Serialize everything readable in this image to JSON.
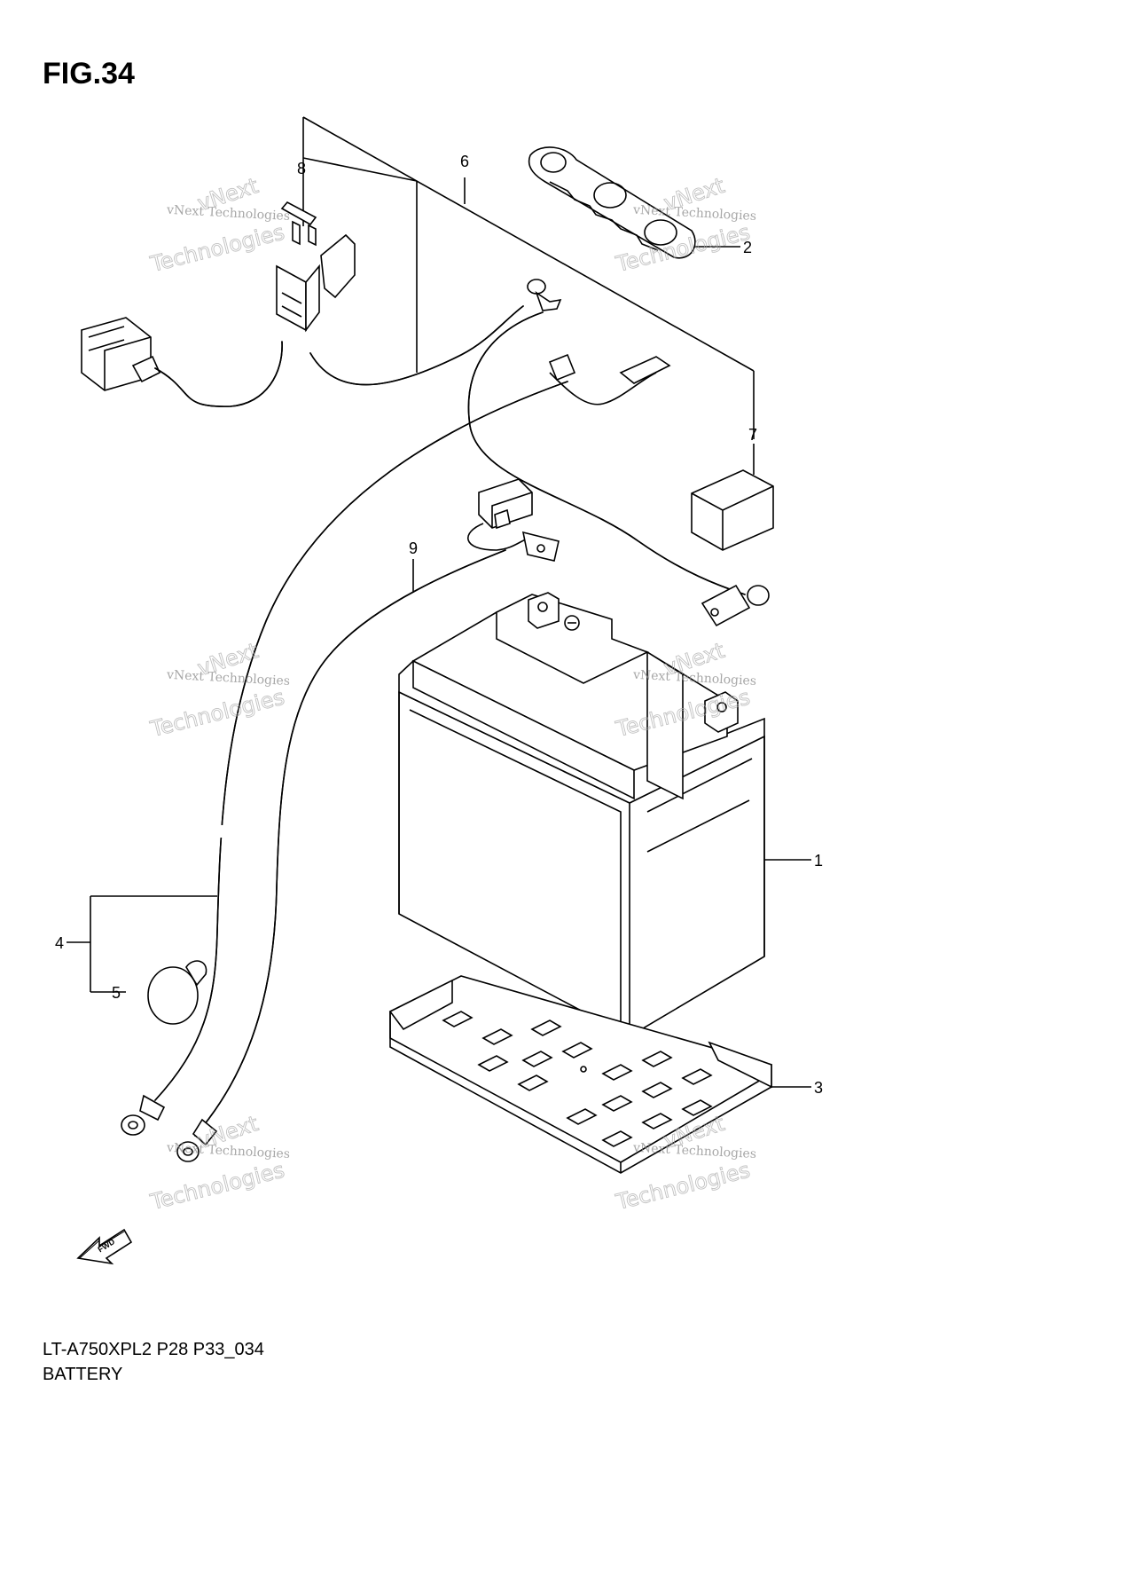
{
  "figure": {
    "title": "FIG.34"
  },
  "footer": {
    "model_code": "LT-A750XPL2 P28 P33_034",
    "section_name": "BATTERY"
  },
  "callouts": [
    "1",
    "2",
    "3",
    "4",
    "5",
    "6",
    "7",
    "8",
    "9"
  ],
  "watermark": {
    "line1": "vNext Technologies",
    "line2": "vNext",
    "line3": "Technologies"
  },
  "fwd_arrow": {
    "label": "FWD"
  }
}
